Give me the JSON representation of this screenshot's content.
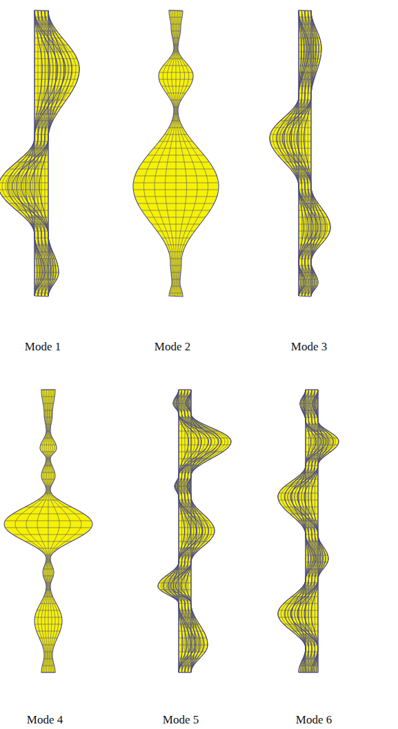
{
  "diagram": {
    "labels": [
      "Mode 1",
      "Mode 2",
      "Mode 3",
      "Mode 4",
      "Mode 5",
      "Mode 6"
    ]
  }
}
